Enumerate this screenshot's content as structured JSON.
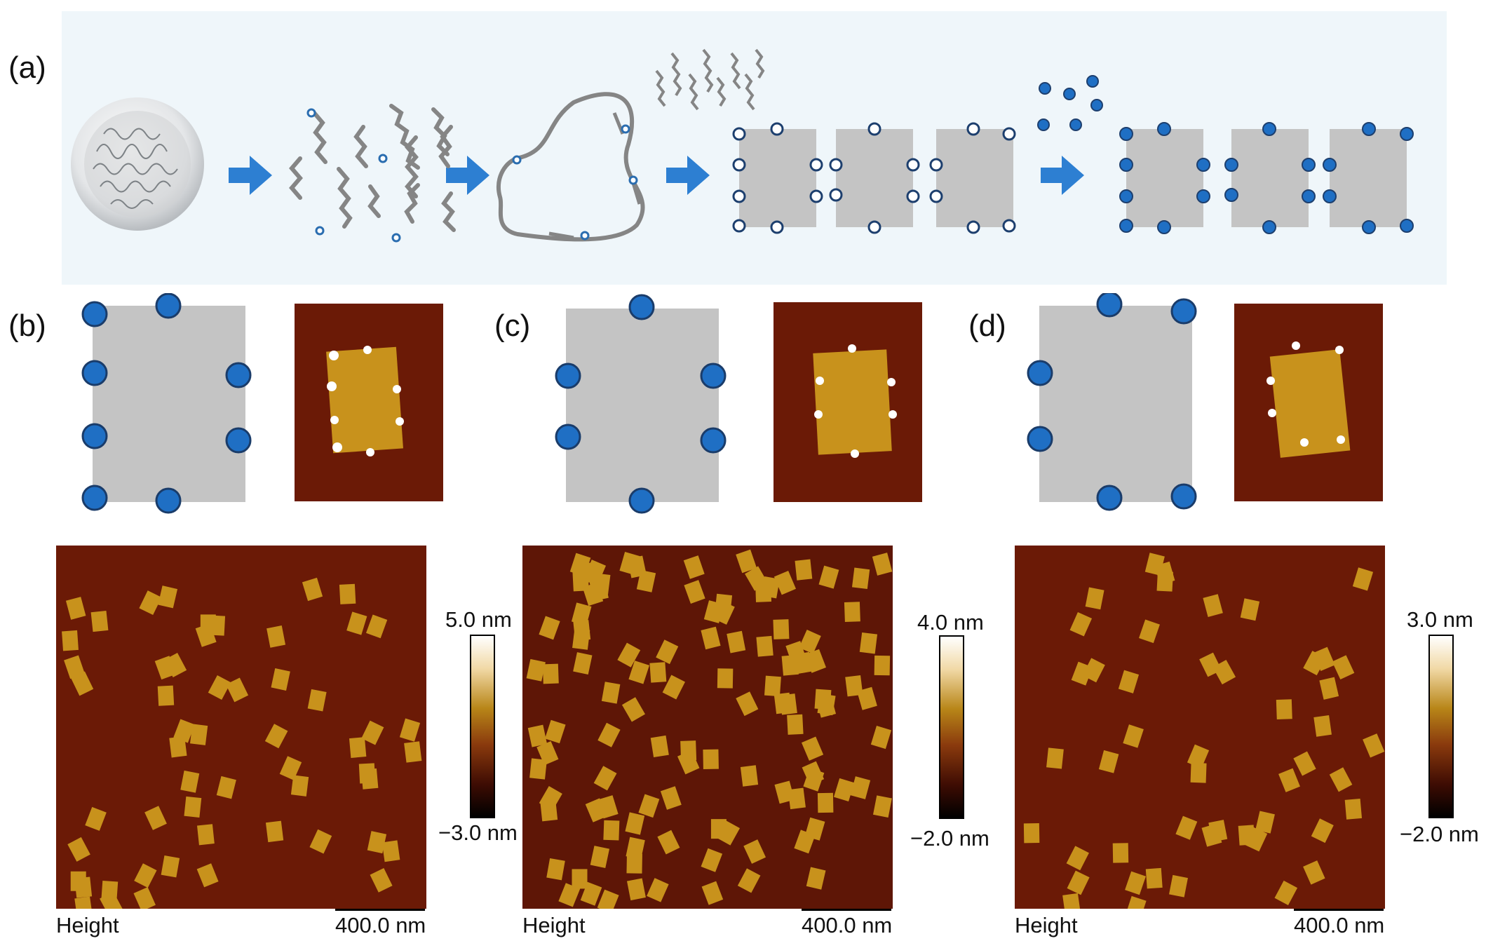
{
  "panels": {
    "a": "(a)",
    "b": "(b)",
    "c": "(c)",
    "d": "(d)"
  },
  "afm": [
    {
      "id": "b",
      "caption_left": "Height",
      "scale": "400.0 nm",
      "cbar_top": "5.0 nm",
      "cbar_bottom": "−3.0 nm"
    },
    {
      "id": "c",
      "caption_left": "Height",
      "scale": "400.0 nm",
      "cbar_top": "4.0 nm",
      "cbar_bottom": "−2.0 nm"
    },
    {
      "id": "d",
      "caption_left": "Height",
      "scale": "400.0 nm",
      "cbar_top": "3.0 nm",
      "cbar_bottom": "−2.0 nm"
    }
  ],
  "colors": {
    "accent_blue": "#1f6fc4",
    "origami_gray": "#c4c4c4",
    "afm_background": "#6b1a06",
    "origami_gold": "#c8921c"
  }
}
